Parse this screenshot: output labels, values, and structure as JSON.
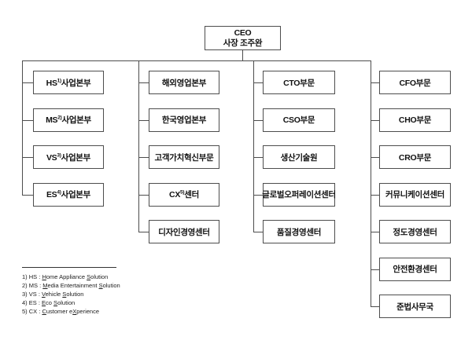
{
  "ceo": {
    "title": "CEO",
    "subtitle": "사장 조주완"
  },
  "columns": [
    {
      "id": "business-divisions",
      "boxes": [
        {
          "pre": "HS",
          "sup": "1)",
          "post": "사업본부"
        },
        {
          "pre": "MS",
          "sup": "2)",
          "post": "사업본부"
        },
        {
          "pre": "VS",
          "sup": "3)",
          "post": "사업본부"
        },
        {
          "pre": "ES",
          "sup": "4)",
          "post": "사업본부"
        }
      ]
    },
    {
      "id": "sales-customer",
      "boxes": [
        {
          "pre": "해외영업본부"
        },
        {
          "pre": "한국영업본부"
        },
        {
          "pre": "고객가치혁신부문"
        },
        {
          "pre": "CX",
          "sup": "5)",
          "post": "센터"
        },
        {
          "pre": "디자인경영센터"
        }
      ]
    },
    {
      "id": "technology-operations",
      "boxes": [
        {
          "pre": "CTO부문"
        },
        {
          "pre": "CSO부문"
        },
        {
          "pre": "생산기술원"
        },
        {
          "pre": "글로벌오퍼레이션센터"
        },
        {
          "pre": "품질경영센터"
        }
      ]
    },
    {
      "id": "corporate-functions",
      "boxes": [
        {
          "pre": "CFO부문"
        },
        {
          "pre": "CHO부문"
        },
        {
          "pre": "CRO부문"
        },
        {
          "pre": "커뮤니케이션센터"
        },
        {
          "pre": "정도경영센터"
        },
        {
          "pre": "안전환경센터"
        },
        {
          "pre": "준법사무국"
        }
      ]
    }
  ],
  "footnotes": [
    {
      "parts": [
        {
          "t": "1) HS : "
        },
        {
          "t": "H",
          "u": true
        },
        {
          "t": "ome Appliance "
        },
        {
          "t": "S",
          "u": true
        },
        {
          "t": "olution"
        }
      ]
    },
    {
      "parts": [
        {
          "t": "2) MS : "
        },
        {
          "t": "M",
          "u": true
        },
        {
          "t": "edia Entertainment "
        },
        {
          "t": "S",
          "u": true
        },
        {
          "t": "olution"
        }
      ]
    },
    {
      "parts": [
        {
          "t": "3) VS : "
        },
        {
          "t": "V",
          "u": true
        },
        {
          "t": "ehicle "
        },
        {
          "t": "S",
          "u": true
        },
        {
          "t": "olution"
        }
      ]
    },
    {
      "parts": [
        {
          "t": "4) ES : "
        },
        {
          "t": "E",
          "u": true
        },
        {
          "t": "co "
        },
        {
          "t": "S",
          "u": true
        },
        {
          "t": "olution"
        }
      ]
    },
    {
      "parts": [
        {
          "t": "5) CX : "
        },
        {
          "t": "C",
          "u": true
        },
        {
          "t": "ustomer e"
        },
        {
          "t": "X",
          "u": true
        },
        {
          "t": "perience"
        }
      ]
    }
  ],
  "colors": {
    "line": "#4d4d4d",
    "text": "#111111",
    "background": "#ffffff"
  }
}
